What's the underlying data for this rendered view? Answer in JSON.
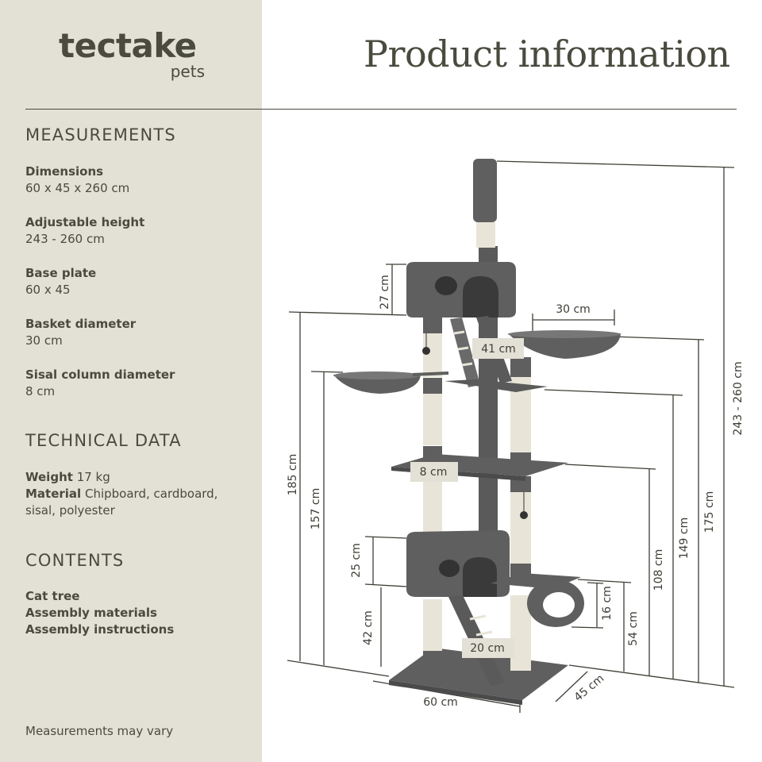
{
  "brand": {
    "name": "tectake",
    "sub": "pets"
  },
  "header": {
    "title": "Product information"
  },
  "measurements": {
    "title": "MEASUREMENTS",
    "items": [
      {
        "label": "Dimensions",
        "value": "60 x 45 x 260 cm"
      },
      {
        "label": "Adjustable height",
        "value": "243 - 260 cm"
      },
      {
        "label": "Base plate",
        "value": "60 x 45"
      },
      {
        "label": "Basket diameter",
        "value": "30 cm"
      },
      {
        "label": "Sisal column diameter",
        "value": "8 cm"
      }
    ]
  },
  "technical": {
    "title": "TECHNICAL DATA",
    "weight_label": "Weight",
    "weight_value": "17 kg",
    "material_label": "Material",
    "material_value": "Chipboard, cardboard, sisal, polyester"
  },
  "contents": {
    "title": "CONTENTS",
    "items": [
      "Cat tree",
      "Assembly materials",
      "Assembly instructions"
    ]
  },
  "footnote": "Measurements may vary",
  "diagram": {
    "labels": {
      "height_total": "243 - 260 cm",
      "h175": "175 cm",
      "h149": "149 cm",
      "h108": "108 cm",
      "h54": "54 cm",
      "h16": "16 cm",
      "h185": "185 cm",
      "h157": "157 cm",
      "h27": "27 cm",
      "h25": "25 cm",
      "h42": "42 cm",
      "w30": "30 cm",
      "w41": "41 cm",
      "w8": "8 cm",
      "w20": "20 cm",
      "w60": "60 cm",
      "w45": "45 cm"
    },
    "colors": {
      "fabric": "#5f5f5f",
      "fabric_dark": "#4b4b4b",
      "sisal": "#e8e4d8",
      "line": "#3e3e36",
      "label_bg": "#e3e0d6"
    }
  }
}
